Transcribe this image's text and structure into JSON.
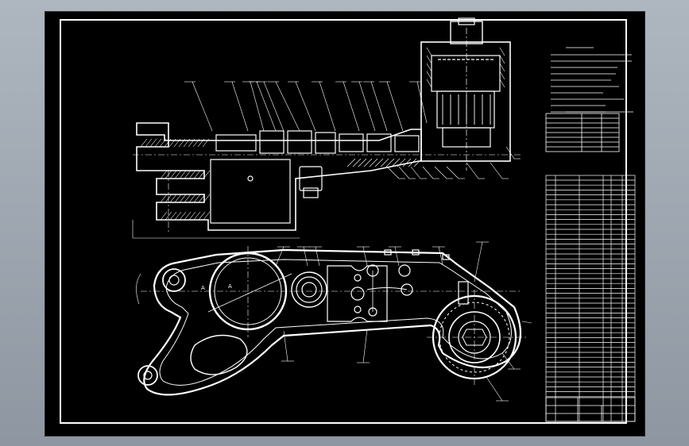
{
  "drawing": {
    "background_color": "#000000",
    "line_color": "#ffffff",
    "frame_color": "#aeb6c0",
    "views": [
      "section-view",
      "plan-view"
    ]
  },
  "section_labels": {
    "a": "A",
    "a2": "A"
  }
}
